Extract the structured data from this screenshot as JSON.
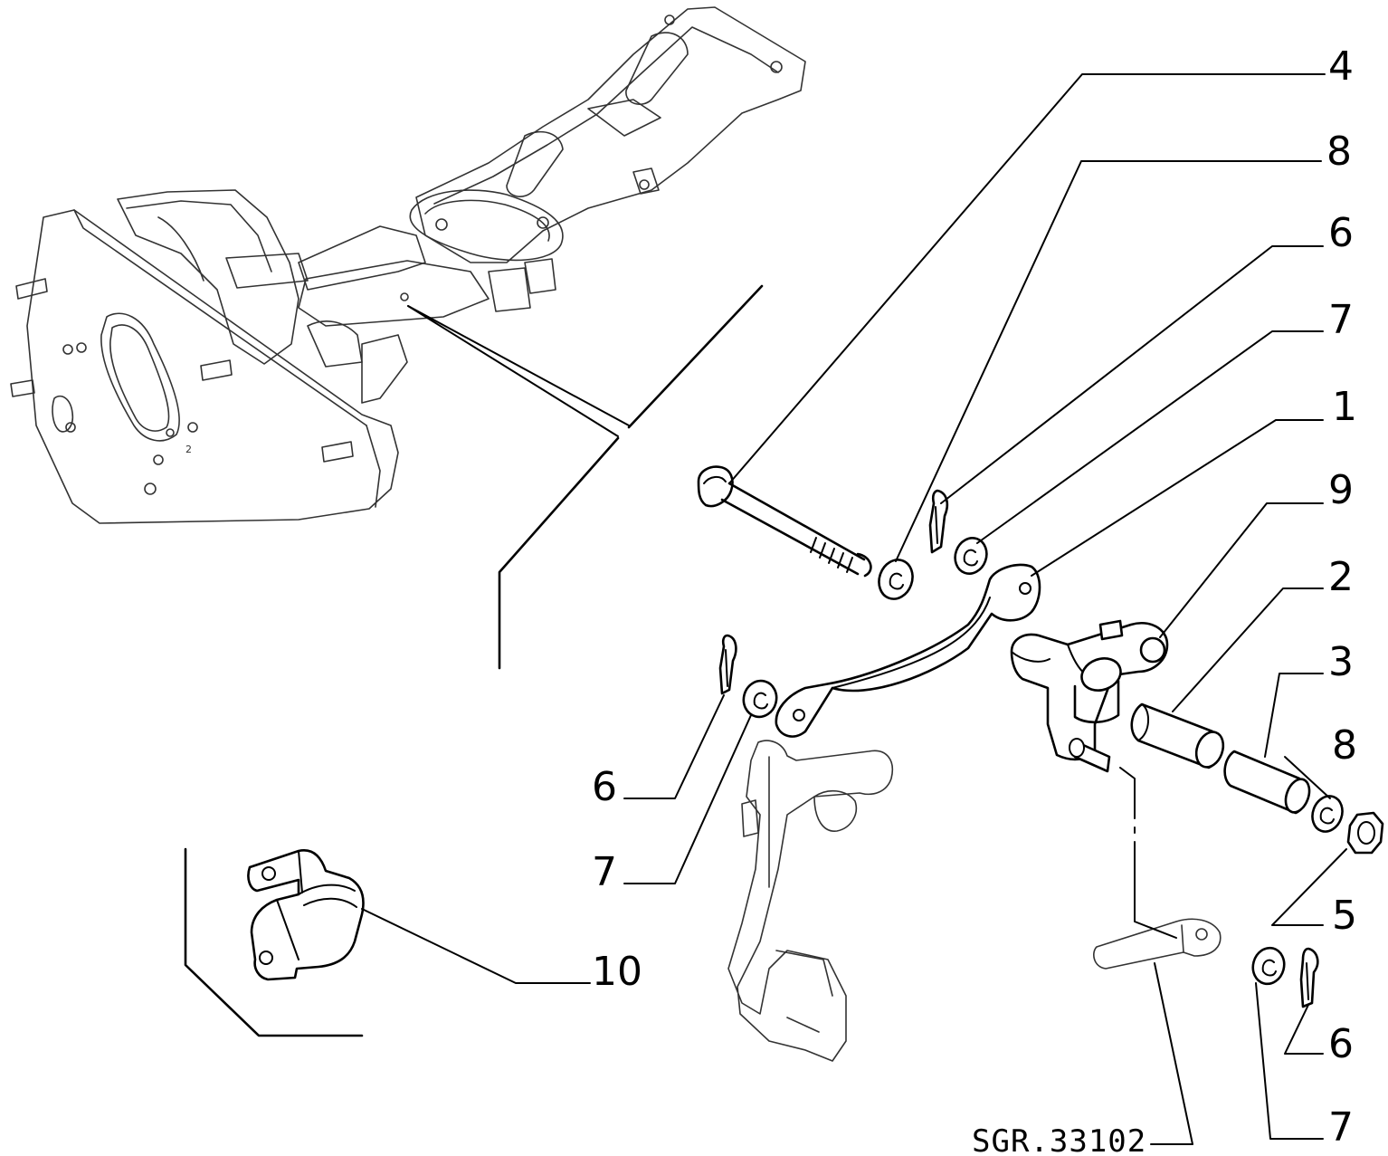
{
  "diagram": {
    "callouts": [
      {
        "id": "c4",
        "label": "4"
      },
      {
        "id": "c8a",
        "label": "8"
      },
      {
        "id": "c6a",
        "label": "6"
      },
      {
        "id": "c7a",
        "label": "7"
      },
      {
        "id": "c1",
        "label": "1"
      },
      {
        "id": "c9",
        "label": "9"
      },
      {
        "id": "c2",
        "label": "2"
      },
      {
        "id": "c3",
        "label": "3"
      },
      {
        "id": "c8b",
        "label": "8"
      },
      {
        "id": "c5",
        "label": "5"
      },
      {
        "id": "c6b",
        "label": "6"
      },
      {
        "id": "c7b",
        "label": "7"
      },
      {
        "id": "c6c",
        "label": "6"
      },
      {
        "id": "c7c",
        "label": "7"
      },
      {
        "id": "c10",
        "label": "10"
      }
    ],
    "reference_code": "SGR.33102",
    "colors": {
      "ink": "#000000",
      "paper": "#ffffff"
    }
  }
}
